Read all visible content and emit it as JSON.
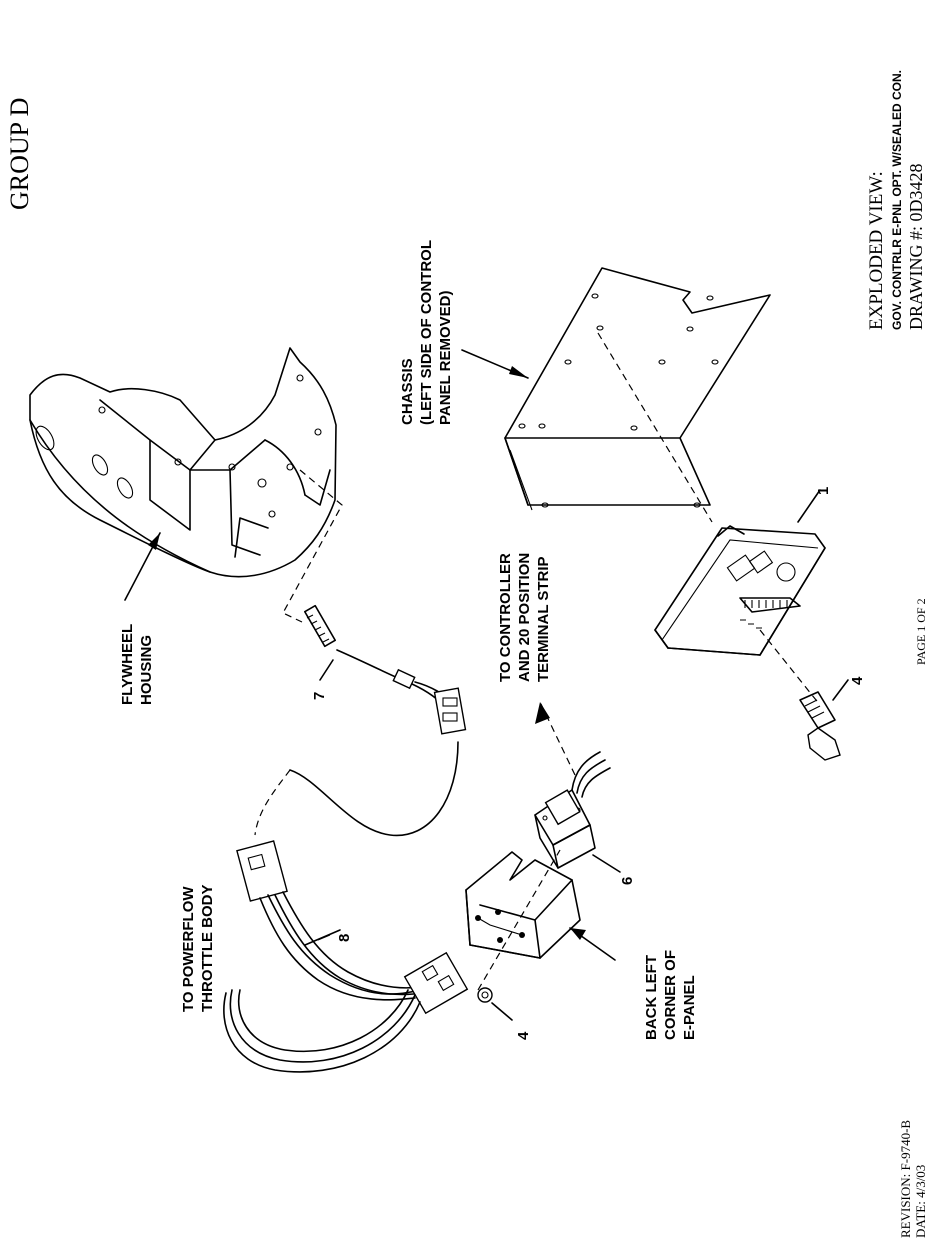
{
  "group": "GROUP D",
  "title_block": {
    "view": "EXPLODED VIEW:",
    "description": "GOV. CONTRLR E-PNL OPT. W/SEALED CON.",
    "drawing": "DRAWING #: 0D3428"
  },
  "revision": {
    "revision": "REVISION: F-9740-B",
    "date": "DATE: 4/3/03"
  },
  "page": "PAGE 1 OF 2",
  "callouts": {
    "flywheel": [
      "FLYWHEEL",
      "HOUSING"
    ],
    "chassis": [
      "CHASSIS",
      "(LEFT SIDE OF CONTROL",
      "PANEL REMOVED)"
    ],
    "controller": [
      "TO CONTROLLER",
      "AND 20 POSITION",
      "TERMINAL STRIP"
    ],
    "throttle": [
      "TO POWERFLOW",
      "THROTTLE BODY"
    ],
    "epanel": [
      "BACK LEFT",
      "CORNER OF",
      "E-PANEL"
    ]
  },
  "parts": {
    "p1": "1",
    "p4a": "4",
    "p4b": "4",
    "p6": "6",
    "p7": "7",
    "p8": "8"
  }
}
